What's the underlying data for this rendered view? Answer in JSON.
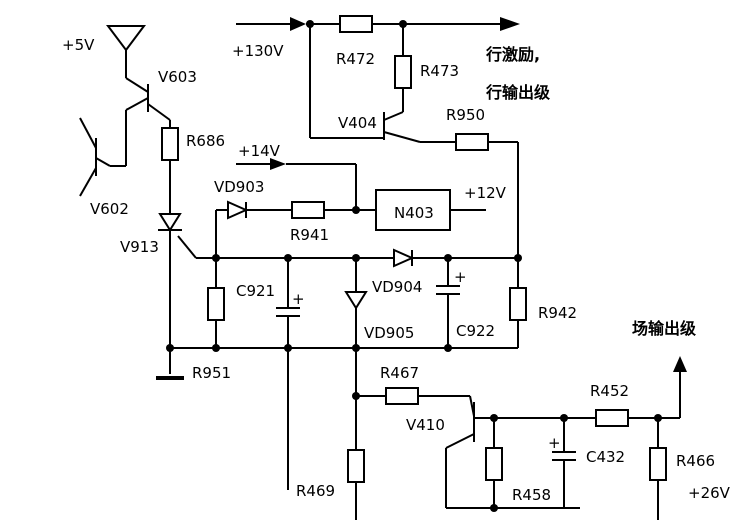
{
  "labels": {
    "v130": "+130V",
    "r472": "R472",
    "r473": "R473",
    "out_line_drive": "行激励,",
    "out_line_output": "行输出级",
    "v404": "V404",
    "r950": "R950",
    "v5": "+5V",
    "v603": "V603",
    "r686": "R686",
    "v602": "V602",
    "v913": "V913",
    "v14": "+14V",
    "vd903": "VD903",
    "r941": "R941",
    "n403": "N403",
    "v12": "+12V",
    "vd904": "VD904",
    "c921": "C921",
    "vd905": "VD905",
    "c922": "C922",
    "r942": "R942",
    "r951": "R951",
    "field_output": "场输出级",
    "r467": "R467",
    "r452": "R452",
    "v410": "V410",
    "c432": "C432",
    "r466": "R466",
    "r469": "R469",
    "r458": "R458",
    "v26": "+26V",
    "plus_sign": "+"
  }
}
